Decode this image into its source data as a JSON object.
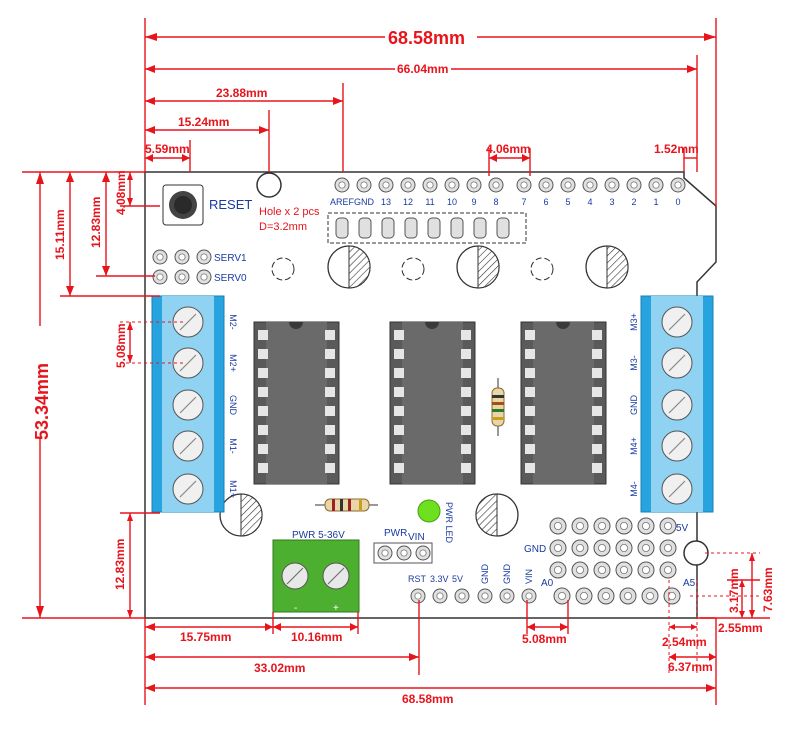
{
  "dims": {
    "overall_top": "68.58mm",
    "width_66": "66.04mm",
    "w_23_88": "23.88mm",
    "w_15_24": "15.24mm",
    "w_5_59": "5.59mm",
    "pitch_4_06": "4.06mm",
    "w_1_52": "1.52mm",
    "h_4_08": "4.08mm",
    "h_12_83_top": "12.83mm",
    "h_15_11": "15.11mm",
    "h_53_34": "53.34mm",
    "h_5_08": "5.08mm",
    "h_12_83_bottom": "12.83mm",
    "w_15_75": "15.75mm",
    "w_10_16": "10.16mm",
    "w_33_02": "33.02mm",
    "w_5_08": "5.08mm",
    "w_2_54": "2.54mm",
    "w_2_55": "2.55mm",
    "w_6_37": "6.37mm",
    "h_3_17": "3.17mm",
    "h_7_63": "7.63mm",
    "overall_bottom": "68.58mm"
  },
  "labels": {
    "reset": "RESET",
    "hole_note": "Hole x 2 pcs",
    "hole_d": "D=3.2mm",
    "serv1": "SERV1",
    "serv0": "SERV0",
    "pwr_in": "PWR 5-36V",
    "pwr": "PWR",
    "vin": "VIN",
    "pwr_led": "PWR LED",
    "gnd_icsp": "GND",
    "v5_icsp": "5V",
    "a0": "A0",
    "a5": "A5"
  },
  "top_header_left": [
    "AREF",
    "GND",
    "13",
    "12",
    "11",
    "10",
    "9",
    "8"
  ],
  "top_header_right": [
    "7",
    "6",
    "5",
    "4",
    "3",
    "2",
    "1",
    "0"
  ],
  "bottom_power": [
    "RST",
    "3.3V",
    "5V",
    "GND",
    "GND",
    "VIN"
  ],
  "left_terminals": [
    "M2-",
    "M2+",
    "GND",
    "M1-",
    "M1+"
  ],
  "right_terminals": [
    "M3+",
    "M3-",
    "GND",
    "M4+",
    "M4-"
  ],
  "power_terminal": [
    "-",
    "+"
  ],
  "colors": {
    "dimension": "#e8141c",
    "label": "#1a3aa0",
    "terminal_blue": "#27a3e0",
    "terminal_green": "#4caf2f",
    "chip": "#5a5a5a",
    "led": "#6ee01f"
  }
}
